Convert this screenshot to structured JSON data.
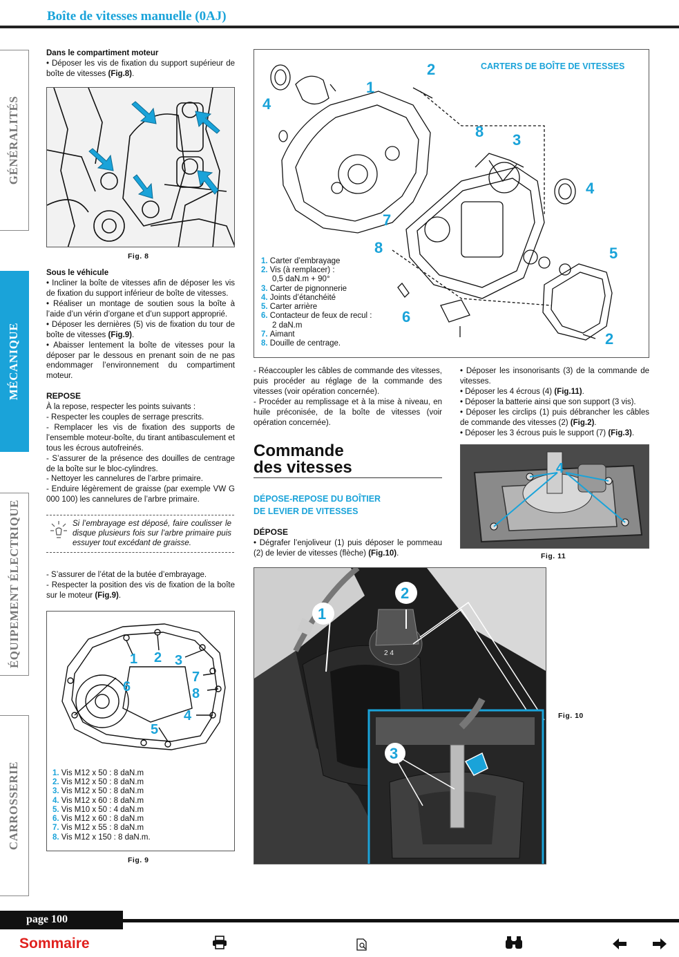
{
  "header": {
    "title": "Boîte de vitesses manuelle (0AJ)"
  },
  "side_tabs": [
    "GÉNÉRALITÉS",
    "MÉCANIQUE",
    "ÉQUIPEMENT ÉLECTRIQUE",
    "CARROSSERIE"
  ],
  "col1": {
    "h_moteur": "Dans le compartiment moteur",
    "p_moteur_a": "• Déposer les vis de fixation du support supérieur de boîte de vitesses ",
    "p_moteur_ref": "(Fig.8)",
    "p_moteur_end": ".",
    "fig8_caption": "Fig. 8",
    "h_vehicule": "Sous le véhicule",
    "p_veh_1": "• Incliner la boîte de vitesses afin de déposer les vis de fixation du support inférieur de boîte de vitesses.",
    "p_veh_2": "• Réaliser un montage de soutien sous la boîte à l’aide d’un vérin d’organe et d’un support approprié.",
    "p_veh_3a": "• Déposer les dernières (5) vis de fixation du tour de boîte de vitesses ",
    "p_veh_3ref": "(Fig.9)",
    "p_veh_3end": ".",
    "p_veh_4": "• Abaisser lentement la boîte de vitesses pour la déposer par le dessous en prenant soin de ne pas endommager l’environnement du compartiment moteur.",
    "h_repose": "REPOSE",
    "p_rep_1": "À la repose, respecter les points suivants :",
    "p_rep_2": "- Respecter les couples de serrage prescrits.",
    "p_rep_3": "- Remplacer les vis de fixation des supports de l’ensemble moteur-boîte, du tirant antibasculement et tous les écrous autofreinés.",
    "p_rep_4": "- S’assurer de la présence des douilles de centrage de la boîte sur le bloc-cylindres.",
    "p_rep_5": "- Nettoyer les cannelures de l’arbre primaire.",
    "p_rep_6": "- Enduire légèrement de graisse (par exemple VW G 000 100) les cannelures de l’arbre primaire.",
    "note": "Si l’embrayage est déposé, faire coulisser le disque plusieurs fois sur l’arbre primaire puis essuyer tout excédant de graisse.",
    "p_but": "- S’assurer de l’état de la butée d’embrayage.",
    "p_pos_a": "- Respecter la position des vis de fixation de la boîte sur le moteur ",
    "p_pos_ref": "(Fig.9)",
    "p_pos_end": ".",
    "fig9_caption": "Fig. 9",
    "fig9_labels": [
      "1",
      "2",
      "3",
      "7",
      "6",
      "8",
      "4",
      "5"
    ],
    "fig9_legend": [
      {
        "n": "1.",
        "t": "Vis M12 x 50 : 8 daN.m"
      },
      {
        "n": "2.",
        "t": "Vis M12 x 50 : 8 daN.m"
      },
      {
        "n": "3.",
        "t": "Vis M12 x 50 : 8 daN.m"
      },
      {
        "n": "4.",
        "t": "Vis M12 x 60 : 8 daN.m"
      },
      {
        "n": "5.",
        "t": "Vis M10 x 50 : 4 daN.m"
      },
      {
        "n": "6.",
        "t": "Vis M12 x 60 : 8 daN.m"
      },
      {
        "n": "7.",
        "t": "Vis M12 x 55 : 8 daN.m"
      },
      {
        "n": "8.",
        "t": "Vis M12 x 150 : 8 daN.m."
      }
    ]
  },
  "carters": {
    "title": "CARTERS DE BOÎTE DE VITESSES",
    "labels": [
      "2",
      "1",
      "4",
      "8",
      "3",
      "4",
      "7",
      "8",
      "5",
      "6",
      "2"
    ],
    "legend": [
      {
        "n": "1.",
        "t": "Carter d’embrayage"
      },
      {
        "n": "2.",
        "t": "Vis (à remplacer) :",
        "c": "0,5 daN.m + 90°"
      },
      {
        "n": "3.",
        "t": "Carter de pignonnerie"
      },
      {
        "n": "4.",
        "t": "Joints d’étanchéité"
      },
      {
        "n": "5.",
        "t": "Carter arrière"
      },
      {
        "n": "6.",
        "t": "Contacteur de feux de recul :",
        "c": "2 daN.m"
      },
      {
        "n": "7.",
        "t": "Aimant"
      },
      {
        "n": "8.",
        "t": "Douille de centrage."
      }
    ]
  },
  "col2": {
    "p1": "- Réaccoupler les câbles de commande des vitesses, puis procéder au réglage de la commande des vitesses (voir opération concernée).",
    "p2": "- Procéder au remplissage et à la mise à niveau, en huile préconisée, de la boîte de vitesses (voir opération concernée).",
    "title_1": "Commande",
    "title_2": "des vitesses",
    "sub_1": "DÉPOSE-REPOSE DU BOÎTIER",
    "sub_2": "DE LEVIER DE VITESSES",
    "h_depose": "DÉPOSE",
    "p_dep_a": "• Dégrafer l’enjoliveur (1) puis déposer le pommeau (2) de levier de vitesses (flèche) ",
    "p_dep_ref": "(Fig.10)",
    "p_dep_end": "."
  },
  "col3": {
    "b1": "• Déposer les insonorisants (3) de la commande de vitesses.",
    "b2a": "• Déposer les 4 écrous (4) ",
    "b2ref": "(Fig.11)",
    "b2end": ".",
    "b3": "• Déposer la batterie ainsi que son support (3 vis).",
    "b4a": "• Déposer les circlips (1) puis débrancher les câbles de commande des vitesses (2) ",
    "b4ref": "(Fig.2)",
    "b4end": ".",
    "b5a": "• Déposer les 3 écrous puis le support (7) ",
    "b5ref": "(Fig.3)",
    "b5end": ".",
    "fig11_caption": "Fig. 11",
    "fig11_label": "4"
  },
  "fig10": {
    "caption": "Fig. 10",
    "labels": [
      "1",
      "2",
      "3"
    ],
    "knob_text": "2 4"
  },
  "footer": {
    "page": "page 100",
    "sommaire": "Sommaire"
  },
  "colors": {
    "accent": "#1aa3d9",
    "sommaire": "#e0201d"
  },
  "icons": [
    "printer-icon",
    "document-icon",
    "binoculars-icon",
    "arrow-left-icon",
    "arrow-right-icon"
  ]
}
